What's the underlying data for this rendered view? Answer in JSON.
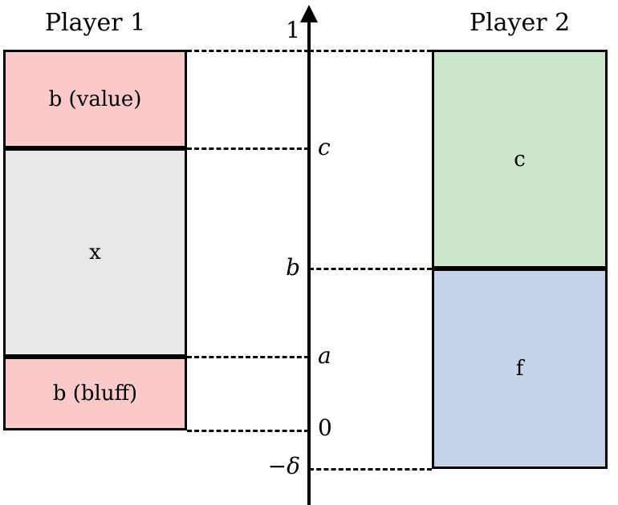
{
  "figure": {
    "type": "interval-partition-diagram",
    "background_color": "#ffffff",
    "line_color": "#000000"
  },
  "columns": {
    "player1": {
      "title": "Player 1",
      "blocks": [
        {
          "label": "b (value)",
          "color": "#fac9c9",
          "from": "c",
          "to": "1"
        },
        {
          "label": "x",
          "color": "#e8e8e8",
          "from": "a",
          "to": "c"
        },
        {
          "label": "b (bluff)",
          "color": "#fac9c9",
          "from": "0",
          "to": "a"
        }
      ]
    },
    "player2": {
      "title": "Player 2",
      "blocks": [
        {
          "label": "c",
          "color": "#cce6ce",
          "from": "b",
          "to": "1"
        },
        {
          "label": "f",
          "color": "#c3d3e8",
          "from": "-δ",
          "to": "b"
        }
      ]
    }
  },
  "axis": {
    "orientation": "vertical",
    "arrow": "up",
    "ticks": [
      {
        "label": "1",
        "side": "left",
        "dash": "both",
        "y_frac": 1.0
      },
      {
        "label": "c",
        "side": "right",
        "dash": "left",
        "y_frac": 0.79
      },
      {
        "label": "b",
        "side": "left",
        "dash": "right",
        "y_frac": 0.45
      },
      {
        "label": "a",
        "side": "right",
        "dash": "left",
        "y_frac": 0.19
      },
      {
        "label": "0",
        "side": "right",
        "dash": "left",
        "y_frac": 0.0
      },
      {
        "label": "−δ",
        "side": "left",
        "dash": "right",
        "y_frac": -0.1
      }
    ]
  },
  "chart_data": {
    "type": "bar",
    "title": "",
    "xlabel": "",
    "ylabel": "",
    "categories": [
      "Player 1",
      "Player 2"
    ],
    "grid": false,
    "legend": "none",
    "axis_ticks": [
      "1",
      "c",
      "b",
      "a",
      "0",
      "−δ"
    ],
    "ylim": [
      "−δ",
      "1"
    ],
    "series": [
      {
        "name": "Player 1",
        "segments": [
          {
            "label": "b (value)",
            "lower": "c",
            "upper": "1",
            "color": "#fac9c9"
          },
          {
            "label": "x",
            "lower": "a",
            "upper": "c",
            "color": "#e8e8e8"
          },
          {
            "label": "b (bluff)",
            "lower": "0",
            "upper": "a",
            "color": "#fac9c9"
          }
        ]
      },
      {
        "name": "Player 2",
        "segments": [
          {
            "label": "c",
            "lower": "b",
            "upper": "1",
            "color": "#cce6ce"
          },
          {
            "label": "f",
            "lower": "−δ",
            "upper": "b",
            "color": "#c3d3e8"
          }
        ]
      }
    ]
  }
}
